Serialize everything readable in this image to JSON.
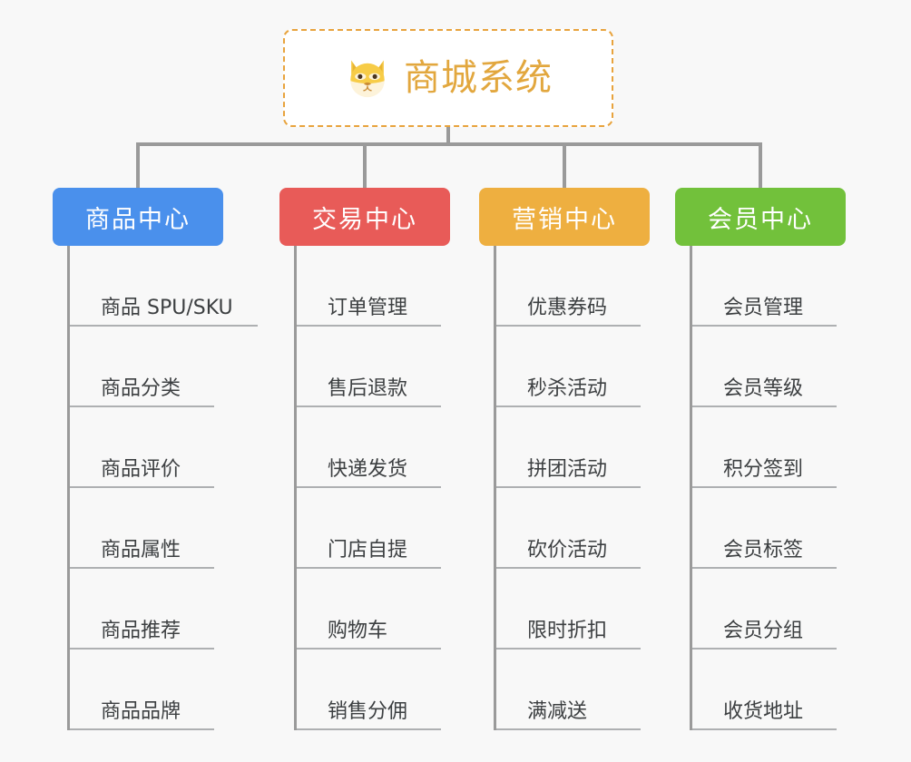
{
  "root": {
    "title": "商城系统",
    "icon": "shiba-dog-face-icon",
    "border_color": "#e8a33d",
    "title_color": "#e2a73e",
    "background": "#ffffff"
  },
  "canvas": {
    "background": "#f8f8f8",
    "connector_color": "#9a9a9a",
    "leaf_rule_color": "#aeb0b2"
  },
  "branches": [
    {
      "id": "product-center",
      "label": "商品中心",
      "color": "#4a90ec",
      "items": [
        "商品 SPU/SKU",
        "商品分类",
        "商品评价",
        "商品属性",
        "商品推荐",
        "商品品牌"
      ]
    },
    {
      "id": "trade-center",
      "label": "交易中心",
      "color": "#e85b58",
      "items": [
        "订单管理",
        "售后退款",
        "快递发货",
        "门店自提",
        "购物车",
        "销售分佣"
      ]
    },
    {
      "id": "marketing-center",
      "label": "营销中心",
      "color": "#eeaf40",
      "items": [
        "优惠券码",
        "秒杀活动",
        "拼团活动",
        "砍价活动",
        "限时折扣",
        "满减送"
      ]
    },
    {
      "id": "member-center",
      "label": "会员中心",
      "color": "#72c13b",
      "items": [
        "会员管理",
        "会员等级",
        "积分签到",
        "会员标签",
        "会员分组",
        "收货地址"
      ]
    }
  ]
}
